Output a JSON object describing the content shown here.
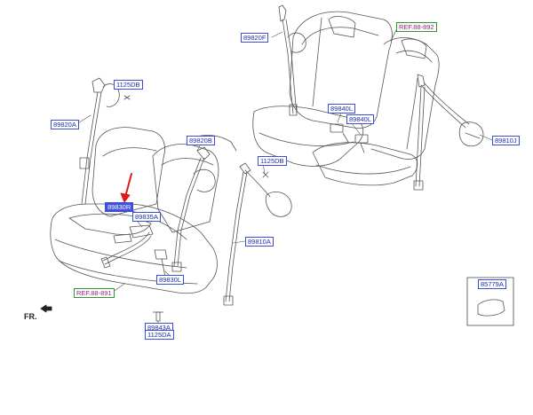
{
  "parts": {
    "p1125db_top": "1125DB",
    "p89820a": "89820A",
    "p89820f": "89820F",
    "p89820b": "89820B",
    "p1125db_mid": "1125DB",
    "p89840l_a": "89840L",
    "p89840l_b": "89840L",
    "p89810j": "89810J",
    "p89830_hl": "89830R",
    "p89835a": "89835A",
    "p89810a": "89810A",
    "p89830l": "89830L",
    "p89843a": "89843A",
    "p1125da": "1125DA",
    "p85779a": "85779A"
  },
  "refs": {
    "ref_892": "REF.88-892",
    "ref_891": "REF.88-891"
  },
  "direction": {
    "front": "FR."
  },
  "colors": {
    "label_border": "#3b4fd6",
    "label_text": "#1f2fa8",
    "highlight_fill": "#3f4fe0",
    "ref_border": "#2a9a2a",
    "ref_text": "#a0208f",
    "pointer_arrow": "#e01818"
  }
}
